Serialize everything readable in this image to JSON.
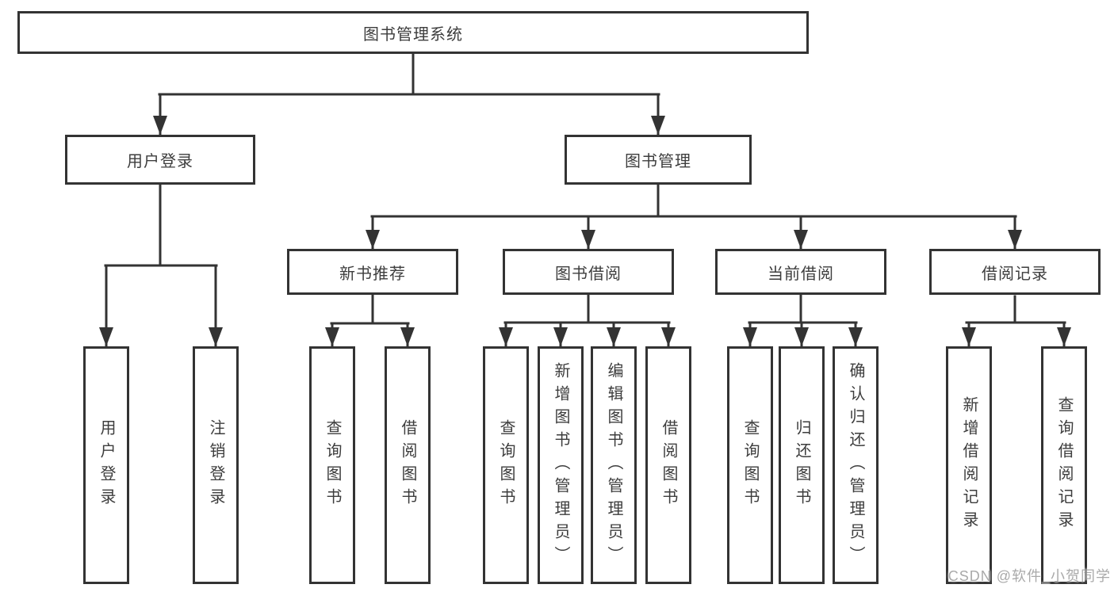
{
  "diagram": {
    "type": "hierarchy-tree",
    "root": {
      "label": "图书管理系统"
    },
    "level1": [
      {
        "label": "用户登录",
        "parent": "图书管理系统"
      },
      {
        "label": "图书管理",
        "parent": "图书管理系统"
      }
    ],
    "level2": [
      {
        "label": "新书推荐",
        "parent": "图书管理"
      },
      {
        "label": "图书借阅",
        "parent": "图书管理"
      },
      {
        "label": "当前借阅",
        "parent": "图书管理"
      },
      {
        "label": "借阅记录",
        "parent": "图书管理"
      }
    ],
    "leaves": [
      {
        "label": "用户登录",
        "parent": "用户登录"
      },
      {
        "label": "注销登录",
        "parent": "用户登录"
      },
      {
        "label": "查询图书",
        "parent": "新书推荐"
      },
      {
        "label": "借阅图书",
        "parent": "新书推荐"
      },
      {
        "label": "查询图书",
        "parent": "图书借阅"
      },
      {
        "label": "新增图书（管理员）",
        "parent": "图书借阅"
      },
      {
        "label": "编辑图书（管理员）",
        "parent": "图书借阅"
      },
      {
        "label": "借阅图书",
        "parent": "图书借阅"
      },
      {
        "label": "查询图书",
        "parent": "当前借阅"
      },
      {
        "label": "归还图书",
        "parent": "当前借阅"
      },
      {
        "label": "确认归还（管理员）",
        "parent": "当前借阅"
      },
      {
        "label": "新增借阅记录",
        "parent": "借阅记录"
      },
      {
        "label": "查询借阅记录",
        "parent": "借阅记录"
      }
    ],
    "watermark": {
      "text": "CSDN @软件_小贺同学"
    },
    "colors": {
      "line": "#333333",
      "box_border": "#333333",
      "text": "#3d3d3d",
      "background": "#ffffff",
      "watermark": "#9b9b9b"
    }
  }
}
